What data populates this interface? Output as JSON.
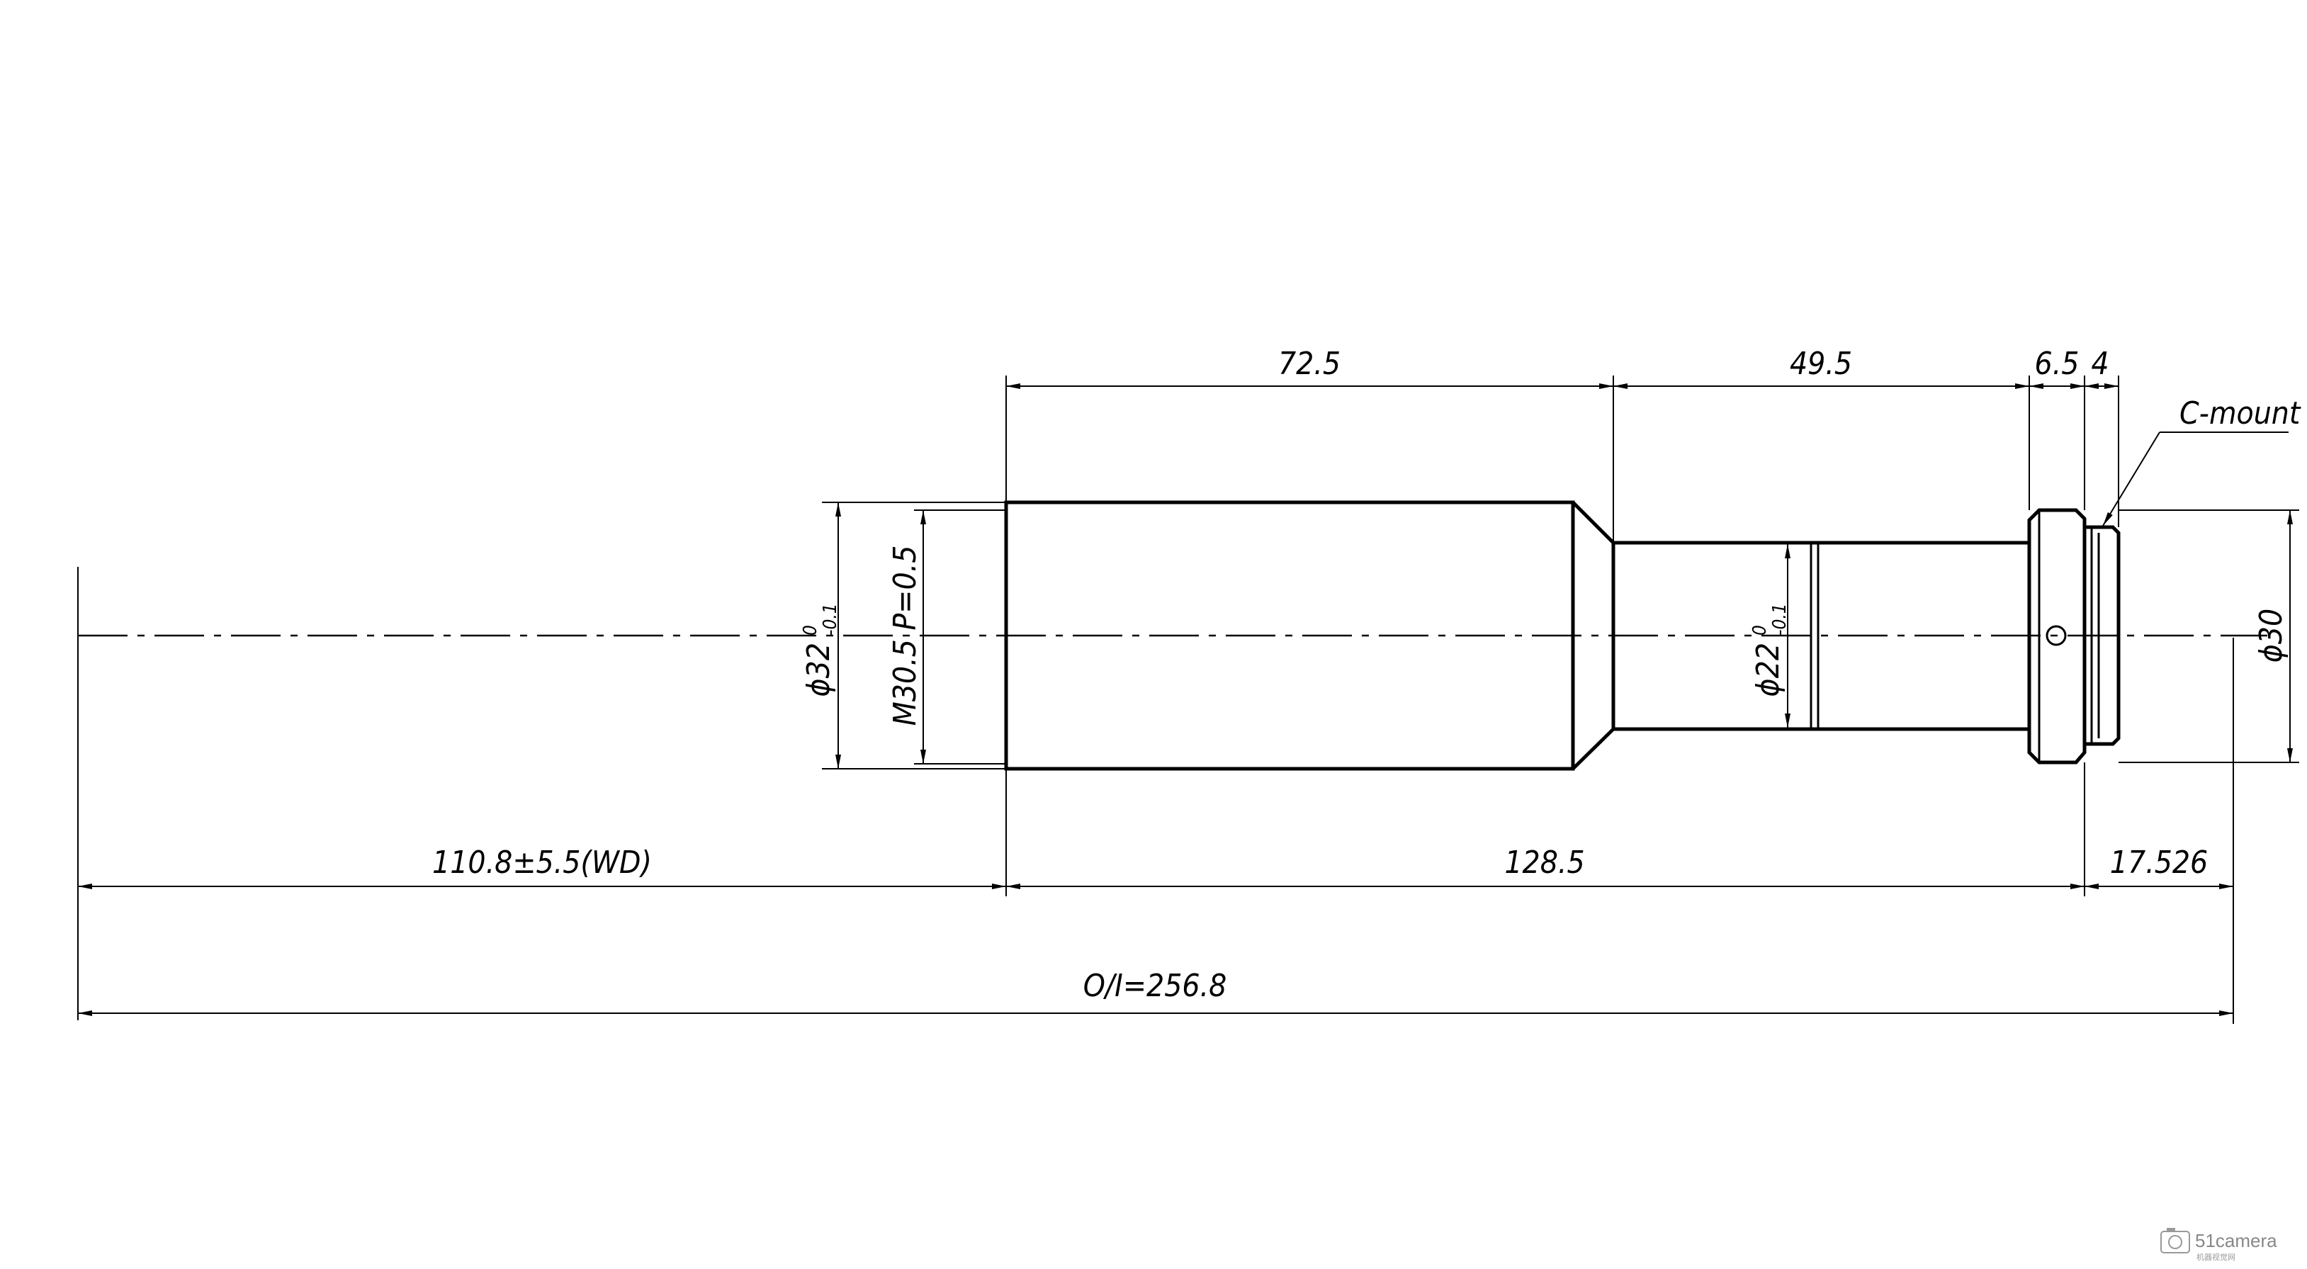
{
  "dimensions": {
    "top": {
      "body_length": "72.5",
      "barrel_length": "49.5",
      "flange_width": "6.5",
      "mount_width": "4"
    },
    "bottom": {
      "working_distance": "110.8±5.5(WD)",
      "lens_length": "128.5",
      "flange_back": "17.526",
      "object_to_image": "O/I=256.8"
    },
    "vertical": {
      "front_diameter_main": "ϕ32",
      "front_diameter_upper_tol": "0",
      "front_diameter_lower_tol": "-0.1",
      "front_thread": "M30.5 P=0.5",
      "barrel_diameter_main": "ϕ22",
      "barrel_diameter_upper_tol": "0",
      "barrel_diameter_lower_tol": "-0.1",
      "mount_diameter": "ϕ30"
    }
  },
  "labels": {
    "mount_type": "C-mount"
  },
  "watermark": {
    "text": "51camera",
    "subtext": "机器视觉网"
  }
}
